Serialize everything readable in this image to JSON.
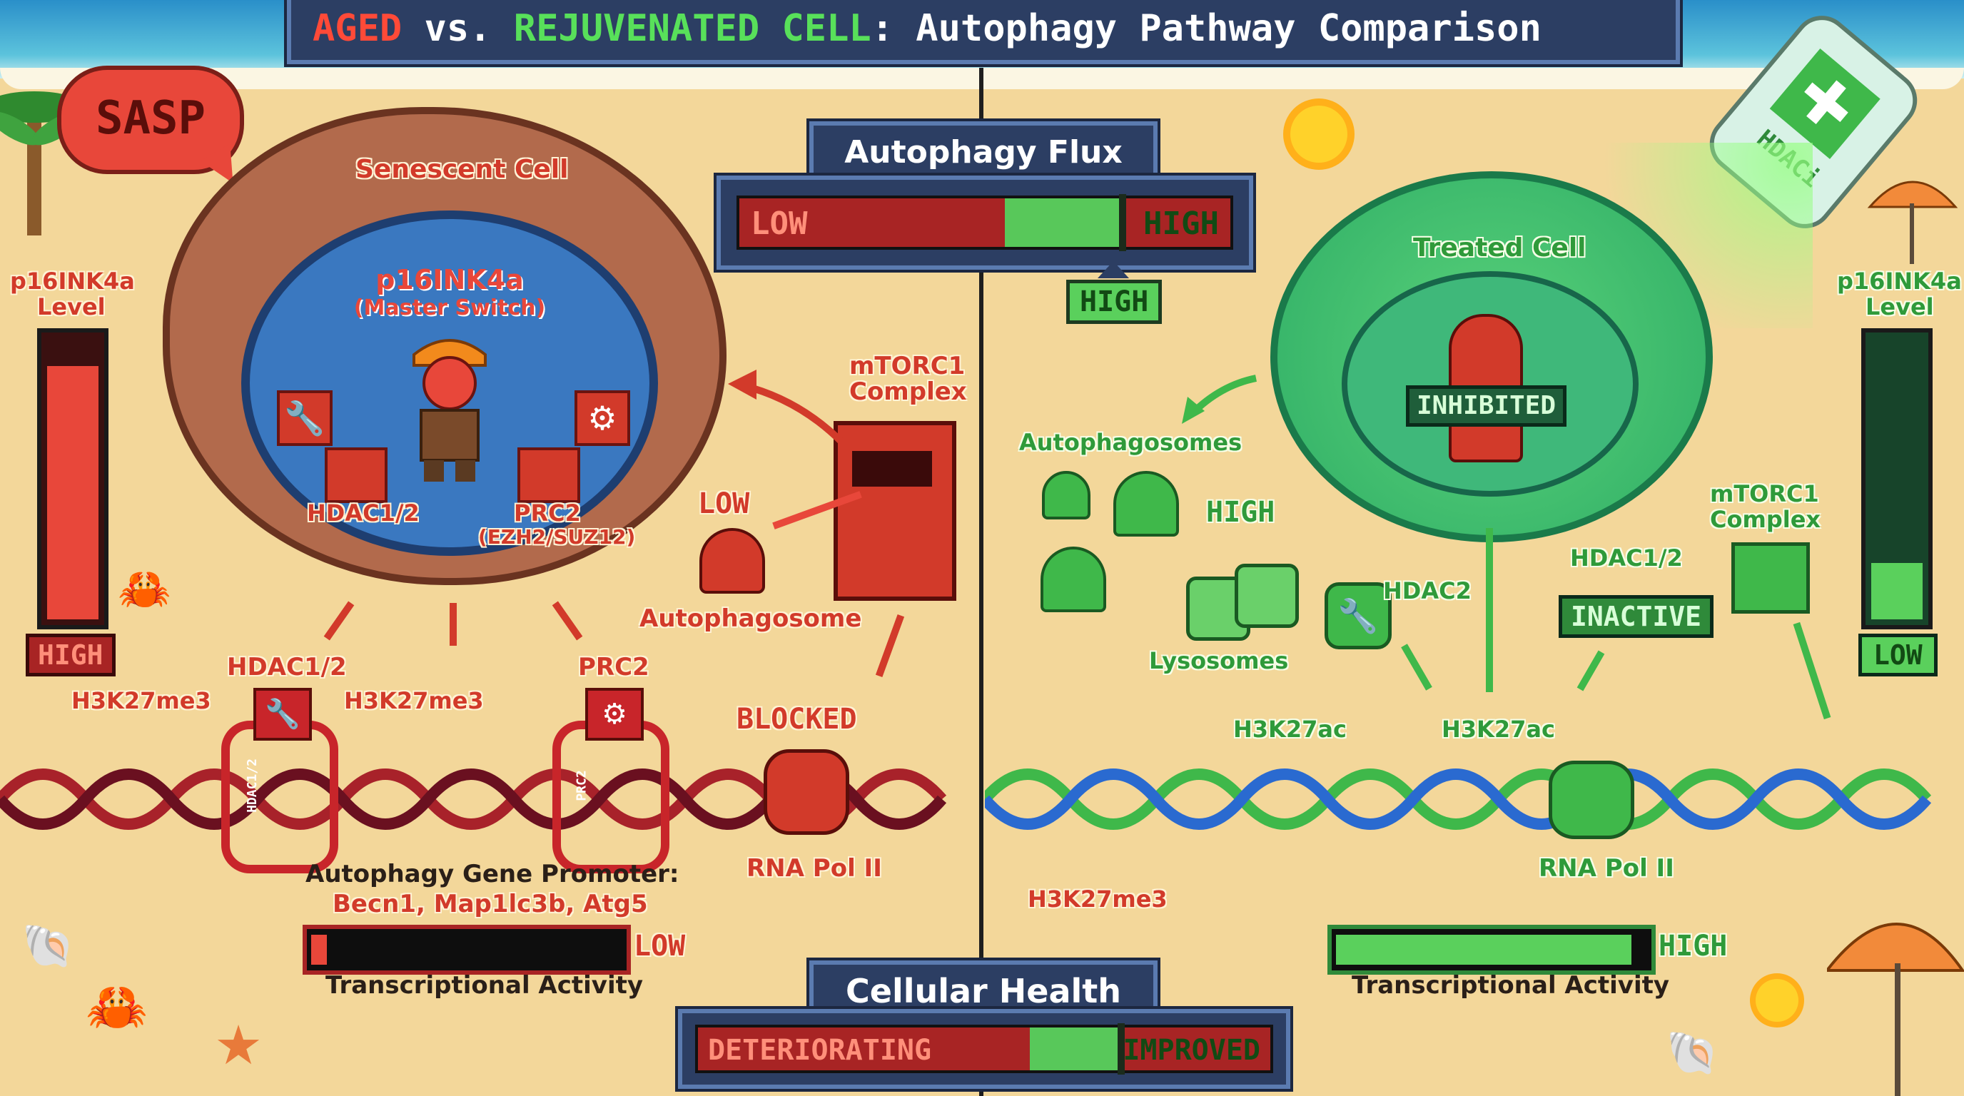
{
  "title": {
    "aged": "AGED",
    "vs": " vs. ",
    "rejuvenated": "REJUVENATED CELL",
    "rest": ": Autophagy Pathway Comparison"
  },
  "flux": {
    "title": "Autophagy Flux",
    "low": "LOW",
    "high": "HIGH",
    "indicator": "HIGH",
    "level": 0.78
  },
  "health": {
    "title": "Cellular Health",
    "left": "DETERIORATING",
    "right": "IMPROVED",
    "level": 0.74
  },
  "aged": {
    "sasp": "SASP",
    "cell_label": "Senescent Cell",
    "master_title": "p16INK4a",
    "master_sub": "(Master Switch)",
    "hdac_label": "HDAC1/2",
    "prc_label": "PRC2",
    "prc_sub": "(EZH2/SUZ12)",
    "p16_label_1": "p16INK4a",
    "p16_label_2": "Level",
    "p16_value": "HIGH",
    "p16_level": 0.9,
    "mtorc_1": "mTORC1",
    "mtorc_2": "Complex",
    "auto_low": "LOW",
    "autophagosome": "Autophagosome",
    "blocked": "BLOCKED",
    "hdac_dna": "HDAC1/2",
    "prc_dna": "PRC2",
    "h3_1": "H3K27me3",
    "h3_2": "H3K27me3",
    "clamp_1": "HDAC1/2",
    "clamp_2": "PRC2",
    "rnapol": "RNA Pol II",
    "promoter_1": "Autophagy Gene Promoter:",
    "promoter_2": "Becn1, Map1lc3b, Atg5",
    "tx_value": "LOW",
    "tx_label": "Transcriptional Activity",
    "tx_level": 0.05
  },
  "rejuv": {
    "bottle_label": "HDACi",
    "cell_label": "Treated Cell",
    "inhibited": "INHIBITED",
    "autophagosomes": "Autophagosomes",
    "high": "HIGH",
    "lysosomes": "Lysosomes",
    "hdac2": "HDAC2",
    "hdac12": "HDAC1/2",
    "inactive": "INACTIVE",
    "mtorc_1": "mTORC1",
    "mtorc_2": "Complex",
    "p16_label_1": "p16INK4a",
    "p16_label_2": "Level",
    "p16_value": "LOW",
    "p16_level": 0.2,
    "h3ac_1": "H3K27ac",
    "h3ac_2": "H3K27ac",
    "h3me": "H3K27me3",
    "rnapol": "RNA Pol II",
    "tx_value": "HIGH",
    "tx_label": "Transcriptional Activity",
    "tx_level": 0.95
  },
  "colors": {
    "aged": "#d23a2a",
    "rejuv": "#3fb84a",
    "sand": "#f3d79a",
    "panel": "#2c3e63"
  }
}
